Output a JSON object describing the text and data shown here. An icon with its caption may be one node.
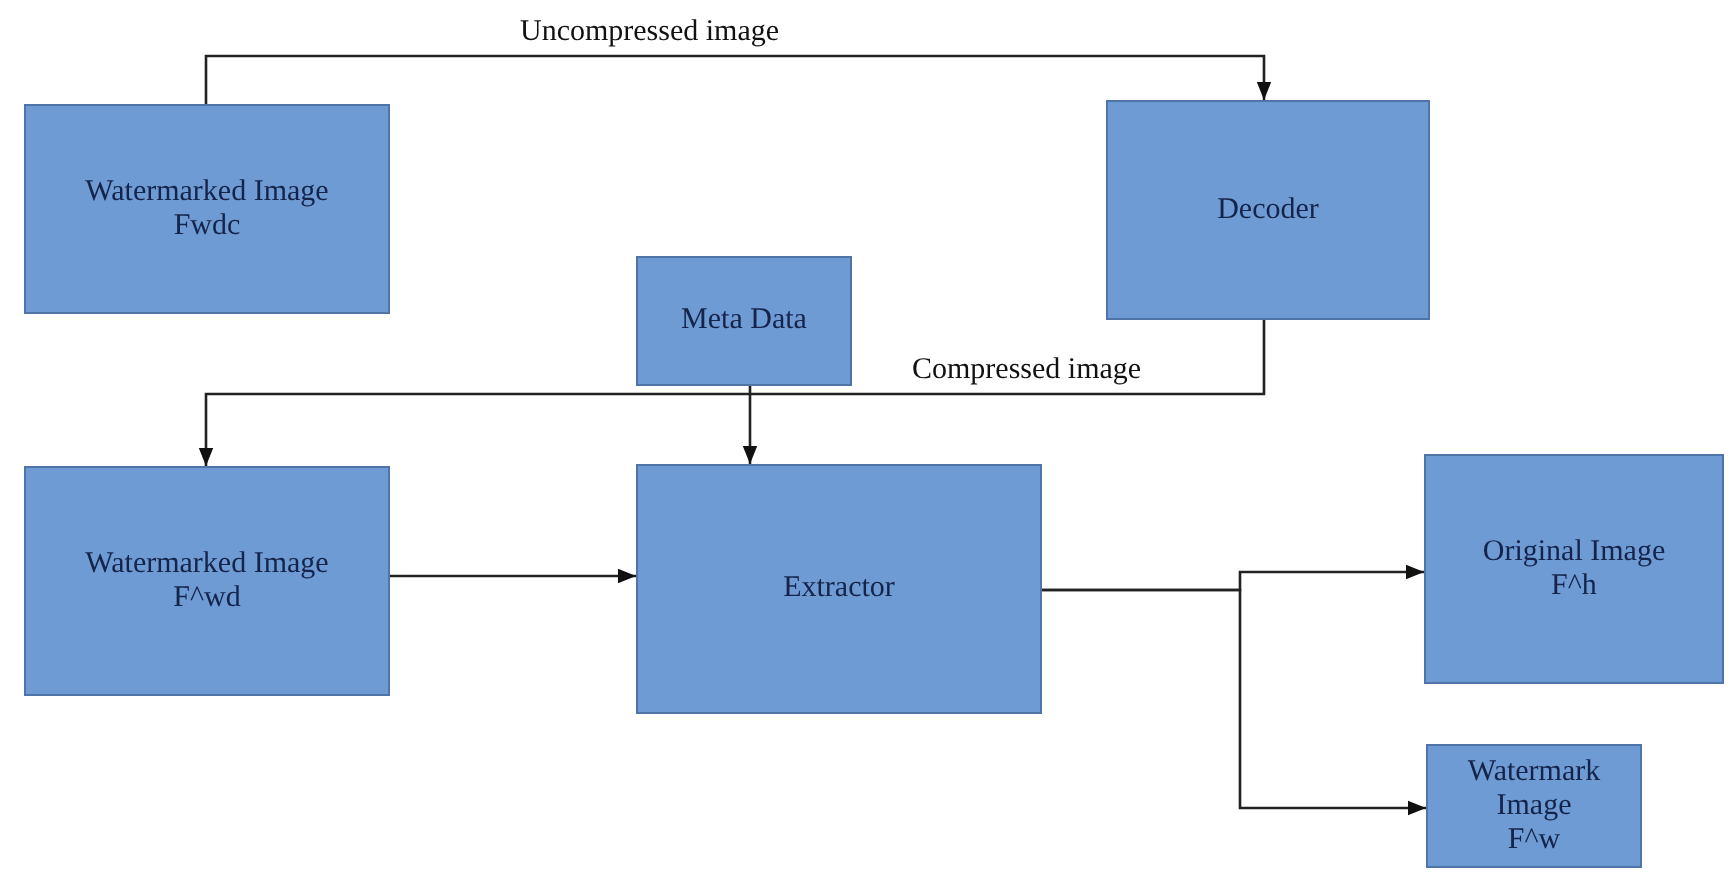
{
  "diagram": {
    "nodes": [
      {
        "text": [
          "Watermarked Image",
          "Fwdc"
        ]
      },
      {
        "text": [
          "Decoder"
        ]
      },
      {
        "text": [
          "Meta Data"
        ]
      },
      {
        "text": [
          "Watermarked Image",
          "F^wd"
        ]
      },
      {
        "text": [
          "Extractor"
        ]
      },
      {
        "text": [
          "Original Image",
          "F^h"
        ]
      },
      {
        "text": [
          "Watermark Image",
          "F^w"
        ]
      }
    ],
    "edges": [
      {
        "from": 0,
        "to": 1,
        "arrow": "to",
        "label": "Uncompressed image"
      },
      {
        "from": 1,
        "to": 3,
        "arrow": "to",
        "label": "Compressed image"
      },
      {
        "from": 2,
        "to": 4,
        "arrow": "to"
      },
      {
        "from": 3,
        "to": 4,
        "arrow": "to"
      },
      {
        "from": 4,
        "to": 5,
        "arrow": "to"
      },
      {
        "from": 4,
        "to": 6,
        "arrow": "to"
      }
    ]
  }
}
